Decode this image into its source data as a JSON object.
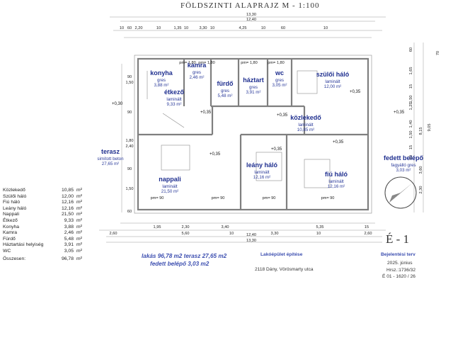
{
  "title": "FÖLDSZINTI ALAPRAJZ   M - 1:100",
  "rooms": {
    "konyha": {
      "name": "konyha",
      "floor": "gres",
      "area": "3,88 m²"
    },
    "kamra": {
      "name": "kamra",
      "floor": "gres",
      "area": "2,46 m²"
    },
    "furdo": {
      "name": "fürdő",
      "floor": "gres",
      "area": "5,48 m²"
    },
    "haztart": {
      "name": "háztart",
      "floor": "gres",
      "area": "3,91 m²"
    },
    "wc": {
      "name": "wc",
      "floor": "gres",
      "area": "3,05 m²"
    },
    "szuloi": {
      "name": "szülői háló",
      "floor": "laminált",
      "area": "12,00 m²"
    },
    "etkezo": {
      "name": "étkező",
      "floor": "laminált",
      "area": "9,33 m²"
    },
    "kozlekedo": {
      "name": "közlekedő",
      "floor": "laminált",
      "area": "10,85 m²"
    },
    "terasz": {
      "name": "terasz",
      "floor": "simított beton",
      "area": "27,65 m²"
    },
    "nappali": {
      "name": "nappali",
      "floor": "laminált",
      "area": "21,50 m²"
    },
    "leany": {
      "name": "leány háló",
      "floor": "laminált",
      "area": "12,16 m²"
    },
    "fiu": {
      "name": "fiú háló",
      "floor": "laminált",
      "area": "12,16 m²"
    },
    "fedett": {
      "name": "fedett belépő",
      "floor": "fagyálló gres",
      "area": "3,03 m²"
    }
  },
  "levels": {
    "terasz": "+0,30",
    "etkezo": "+0,35",
    "nappali": "+0,35",
    "kozlekedo": "+0,35",
    "leany": "+0,35",
    "fiu": "+0,35",
    "szuloi": "+0,35",
    "fedett": "+0,35"
  },
  "dims": {
    "top_total": "13,30",
    "top_inner": "12,40",
    "top_row": [
      "10",
      "60",
      "2,20",
      "10",
      "1,35",
      "10",
      "3,30",
      "10",
      "4,25",
      "10",
      "60",
      "10"
    ],
    "bottom_row1": [
      "1,95",
      "2,30",
      "3,40",
      "5,35",
      "15"
    ],
    "bottom_row2": [
      "2,60",
      "5,60",
      "10",
      "3,30",
      "10",
      "2,60"
    ],
    "bottom_total1": "12,40",
    "bottom_total2": "13,30",
    "right_col": [
      "60",
      "1,65",
      "15",
      "1,50",
      "1,25",
      "1,40",
      "1,50",
      "15",
      "60"
    ],
    "right_totals": [
      "8,15",
      "9,05",
      "3,60",
      "2,30",
      "70"
    ],
    "left_col": [
      "90",
      "1,50",
      "90",
      "1,80",
      "2,40",
      "90",
      "1,50",
      "60"
    ],
    "sill": [
      "pm= 1,80",
      "pm= 1,80",
      "pm= 1,80",
      "pm= 1,80",
      "pm= 90",
      "pm= 90",
      "pm= 90",
      "pm= 90"
    ]
  },
  "summary_title": "Összesen:",
  "summary": [
    {
      "name": "Közlekedő",
      "value": "10,85",
      "unit": "m²"
    },
    {
      "name": "Szülői háló",
      "value": "12,00",
      "unit": "m²"
    },
    {
      "name": "Fiú háló",
      "value": "12,16",
      "unit": "m²"
    },
    {
      "name": "Leány háló",
      "value": "12,16",
      "unit": "m²"
    },
    {
      "name": "Nappali",
      "value": "21,50",
      "unit": "m²"
    },
    {
      "name": "Étkező",
      "value": "9,33",
      "unit": "m²"
    },
    {
      "name": "Konyha",
      "value": "3,88",
      "unit": "m²"
    },
    {
      "name": "Kamra",
      "value": "2,46",
      "unit": "m²"
    },
    {
      "name": "Fürdő",
      "value": "5,48",
      "unit": "m²"
    },
    {
      "name": "Háztartási helyiség",
      "value": "3,91",
      "unit": "m²"
    },
    {
      "name": "WC",
      "value": "3,05",
      "unit": "m²"
    }
  ],
  "summary_total": {
    "value": "96,78",
    "unit": "m²"
  },
  "totals": {
    "line1": "lakás  96,78 m2  terasz  27,65 m2",
    "line2": "fedett belépő  3,03 m2"
  },
  "project": {
    "name": "Lakóépület építése",
    "address": "2118 Dány, Vörösmarty utca",
    "type": "Bejelentési terv",
    "date": "2025. június",
    "hrsz": "Hrsz.:1736/32",
    "sheet_no": "É 01 - 1620 / 26",
    "sheet_mark": "É - 1"
  }
}
